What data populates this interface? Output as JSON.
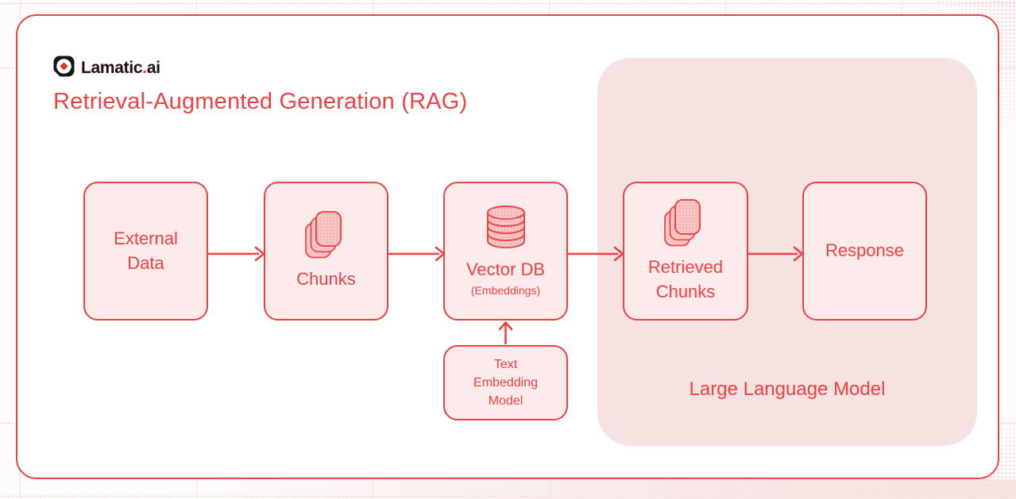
{
  "header": {
    "brand": {
      "icon": "lamatic-logo-icon",
      "name": "Lamatic",
      "dot": ".",
      "tld": "ai"
    },
    "title": "Retrieval-Augmented Generation (RAG)"
  },
  "diagram": {
    "nodes": [
      {
        "id": "external-data",
        "label": "External Data"
      },
      {
        "id": "chunks",
        "label": "Chunks",
        "icon": "chunks-stack-icon"
      },
      {
        "id": "vector-db",
        "label": "Vector DB",
        "sublabel": "(Embeddings)",
        "icon": "database-icon"
      },
      {
        "id": "retrieved-chunks",
        "label": "Retrieved Chunks",
        "icon": "chunks-stack-icon"
      },
      {
        "id": "response",
        "label": "Response"
      }
    ],
    "aux_node": {
      "id": "text-embedding-model",
      "label": "Text Embedding Model"
    },
    "container": {
      "id": "large-language-model",
      "label": "Large Language Model",
      "contains": [
        "retrieved-chunks",
        "response"
      ]
    },
    "flows": [
      "external-data -> chunks",
      "chunks -> vector-db",
      "vector-db -> retrieved-chunks",
      "retrieved-chunks -> response",
      "text-embedding-model -> vector-db"
    ]
  },
  "colors": {
    "accent": "#ef4143",
    "node_fill": "#fdeaea",
    "container_fill": "#f7e2e2",
    "icon_fill": "#f8c5c5",
    "logo_ink": "#161616",
    "background": "#fdfbfb",
    "grid_line": "#f6e4e4",
    "dot_color": "#f3bcbc"
  }
}
